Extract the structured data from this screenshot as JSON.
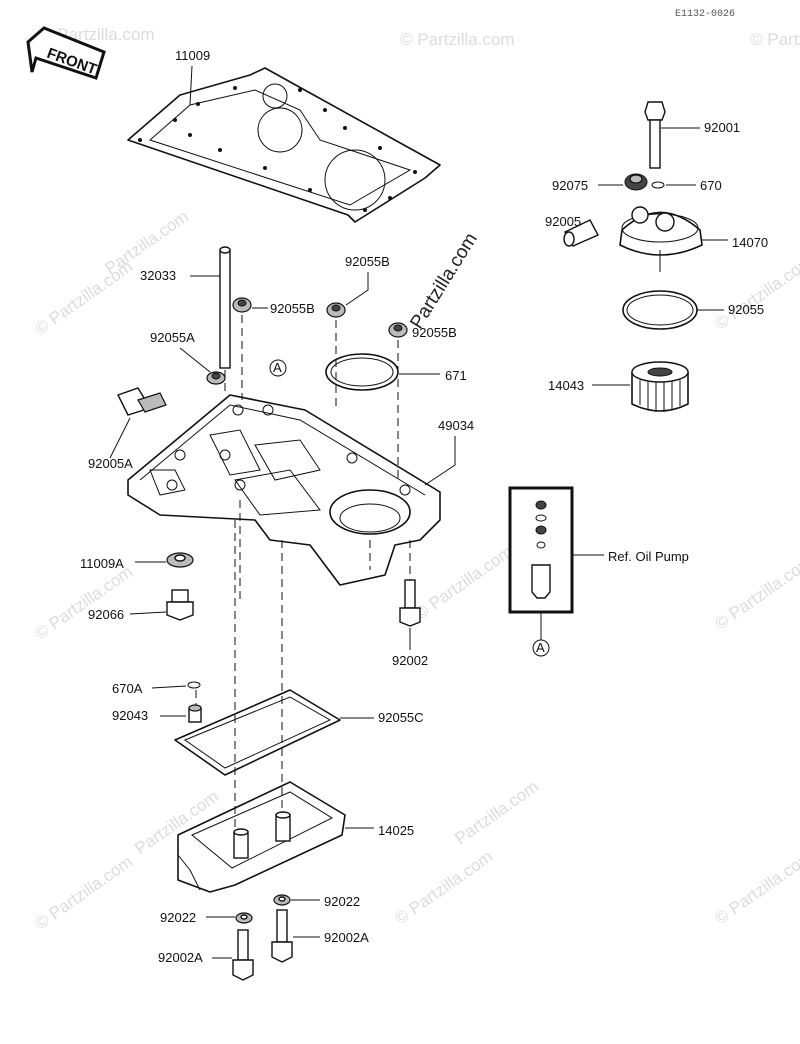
{
  "ref_code": "E1132-0026",
  "front_label": "FRONT",
  "watermark": "Partzilla.com",
  "watermark_corner": "© Partzilla.com",
  "callout_a": "A",
  "ref_box_label": "Ref. Oil Pump",
  "parts": {
    "p11009": "11009",
    "p92001": "92001",
    "p92075": "92075",
    "p670": "670",
    "p92005": "92005",
    "p14070": "14070",
    "p32033": "32033",
    "p92055B_1": "92055B",
    "p92055B_2": "92055B",
    "p92055B_3": "92055B",
    "p92055": "92055",
    "p92055A": "92055A",
    "p671": "671",
    "p14043": "14043",
    "p92005A": "92005A",
    "p49034": "49034",
    "p11009A": "11009A",
    "p92066": "92066",
    "p92002": "92002",
    "p670A": "670A",
    "p92043": "92043",
    "p92055C": "92055C",
    "p14025": "14025",
    "p92022_1": "92022",
    "p92022_2": "92022",
    "p92002A_1": "92002A",
    "p92002A_2": "92002A"
  }
}
